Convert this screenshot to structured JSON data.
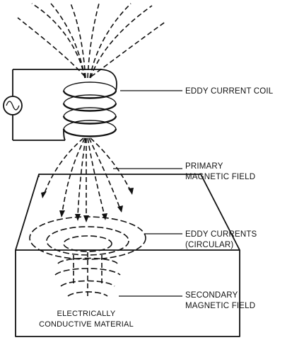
{
  "labels": {
    "eddy_current_coil": "EDDY CURRENT COIL",
    "primary_field_line1": "PRIMARY",
    "primary_field_line2": "MAGNETIC FIELD",
    "eddy_currents_line1": "EDDY CURRENTS",
    "eddy_currents_line2": "(CIRCULAR)",
    "secondary_field_line1": "SECONDARY",
    "secondary_field_line2": "MAGNETIC FIELD",
    "material_line1": "ELECTRICALLY",
    "material_line2": "CONDUCTIVE MATERIAL"
  },
  "icons": {
    "ac_source": "sine-wave-source-icon"
  },
  "colors": {
    "ink": "#111111",
    "background": "#ffffff"
  }
}
